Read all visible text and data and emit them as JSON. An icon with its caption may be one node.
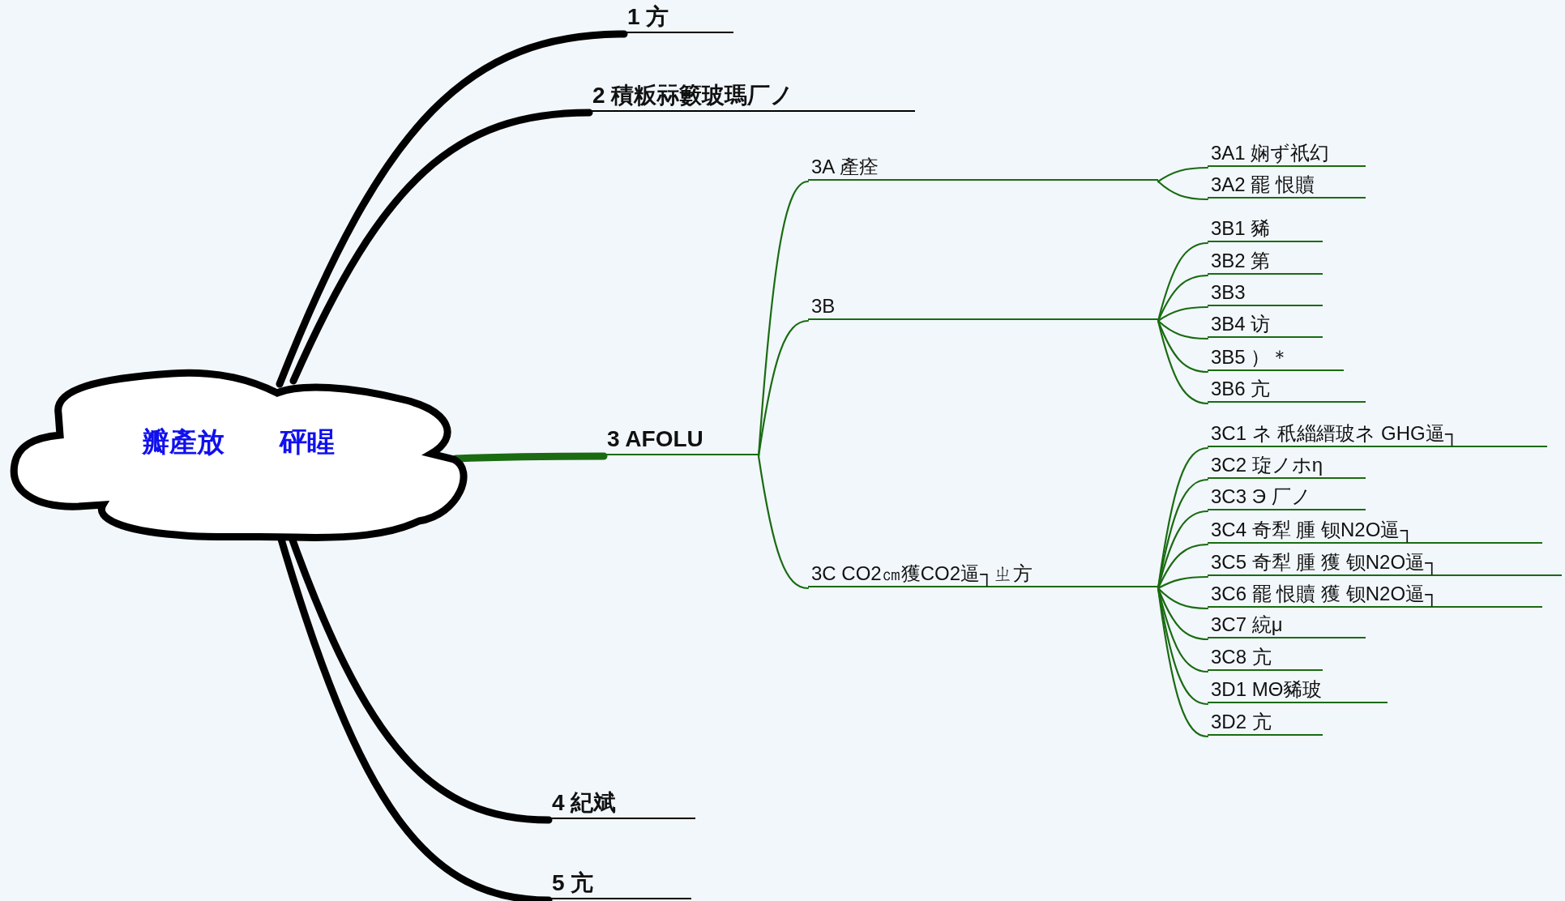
{
  "diagram": {
    "nodes": [
      {
        "text": [
          "瓣產放　　砰睲"
        ]
      },
      {
        "text": [
          "1 方"
        ]
      },
      {
        "text": [
          "2 積粄祘籔玻瑪厂ノ"
        ]
      },
      {
        "text": [
          "3 AFOLU"
        ]
      },
      {
        "text": [
          "4 紀斌"
        ]
      },
      {
        "text": [
          "5 亢"
        ]
      },
      {
        "text": [
          "3A 產痊"
        ]
      },
      {
        "text": [
          "3B"
        ]
      },
      {
        "text": [
          "3C CO2㎝獲CO2逼┐ㄓ方"
        ]
      },
      {
        "text": [
          "3A1 娴ず祇幻"
        ]
      },
      {
        "text": [
          "3A2 罷 恨贖"
        ]
      },
      {
        "text": [
          "3B1 豨"
        ]
      },
      {
        "text": [
          "3B2 第"
        ]
      },
      {
        "text": [
          "3B3"
        ]
      },
      {
        "text": [
          "3B4 访"
        ]
      },
      {
        "text": [
          "3B5 ）＊"
        ]
      },
      {
        "text": [
          "3B6 亢"
        ]
      },
      {
        "text": [
          "3C1 ネ 秖緇縉玻ネ GHG逼┐"
        ]
      },
      {
        "text": [
          "3C2 琁ノホη"
        ]
      },
      {
        "text": [
          "3C3 Э 厂ノ"
        ]
      },
      {
        "text": [
          "3C4 奇犁 腫 钡N2O逼┐"
        ]
      },
      {
        "text": [
          "3C5 奇犁 腫 獲 钡N2O逼┐"
        ]
      },
      {
        "text": [
          "3C6 罷 恨贖 獲 钡N2O逼┐"
        ]
      },
      {
        "text": [
          "3C7 綂μ"
        ]
      },
      {
        "text": [
          "3C8 亢"
        ]
      },
      {
        "text": [
          "3D1 MΘ豨玻"
        ]
      },
      {
        "text": [
          "3D2 亢"
        ]
      }
    ],
    "edges": [
      {
        "from": 0,
        "to": 1,
        "arrow": "none",
        "style": "thick",
        "color": "#000000"
      },
      {
        "from": 0,
        "to": 2,
        "arrow": "none",
        "style": "thick",
        "color": "#000000"
      },
      {
        "from": 0,
        "to": 3,
        "arrow": "none",
        "style": "thick"
      },
      {
        "from": 0,
        "to": 4,
        "arrow": "none",
        "style": "thick",
        "color": "#000000"
      },
      {
        "from": 0,
        "to": 5,
        "arrow": "none",
        "style": "thick",
        "color": "#000000"
      },
      {
        "from": 3,
        "to": 6,
        "arrow": "none"
      },
      {
        "from": 3,
        "to": 7,
        "arrow": "none"
      },
      {
        "from": 3,
        "to": 8,
        "arrow": "none"
      },
      {
        "from": 6,
        "to": 9,
        "arrow": "none"
      },
      {
        "from": 6,
        "to": 10,
        "arrow": "none"
      },
      {
        "from": 7,
        "to": 11,
        "arrow": "none"
      },
      {
        "from": 7,
        "to": 12,
        "arrow": "none"
      },
      {
        "from": 7,
        "to": 13,
        "arrow": "none"
      },
      {
        "from": 7,
        "to": 14,
        "arrow": "none"
      },
      {
        "from": 7,
        "to": 15,
        "arrow": "none"
      },
      {
        "from": 7,
        "to": 16,
        "arrow": "none"
      },
      {
        "from": 8,
        "to": 17,
        "arrow": "none"
      },
      {
        "from": 8,
        "to": 18,
        "arrow": "none"
      },
      {
        "from": 8,
        "to": 19,
        "arrow": "none"
      },
      {
        "from": 8,
        "to": 20,
        "arrow": "none"
      },
      {
        "from": 8,
        "to": 21,
        "arrow": "none"
      },
      {
        "from": 8,
        "to": 22,
        "arrow": "none"
      },
      {
        "from": 8,
        "to": 23,
        "arrow": "none"
      },
      {
        "from": 8,
        "to": 24,
        "arrow": "none"
      },
      {
        "from": 8,
        "to": 25,
        "arrow": "none"
      },
      {
        "from": 8,
        "to": 26,
        "arrow": "none"
      }
    ]
  }
}
